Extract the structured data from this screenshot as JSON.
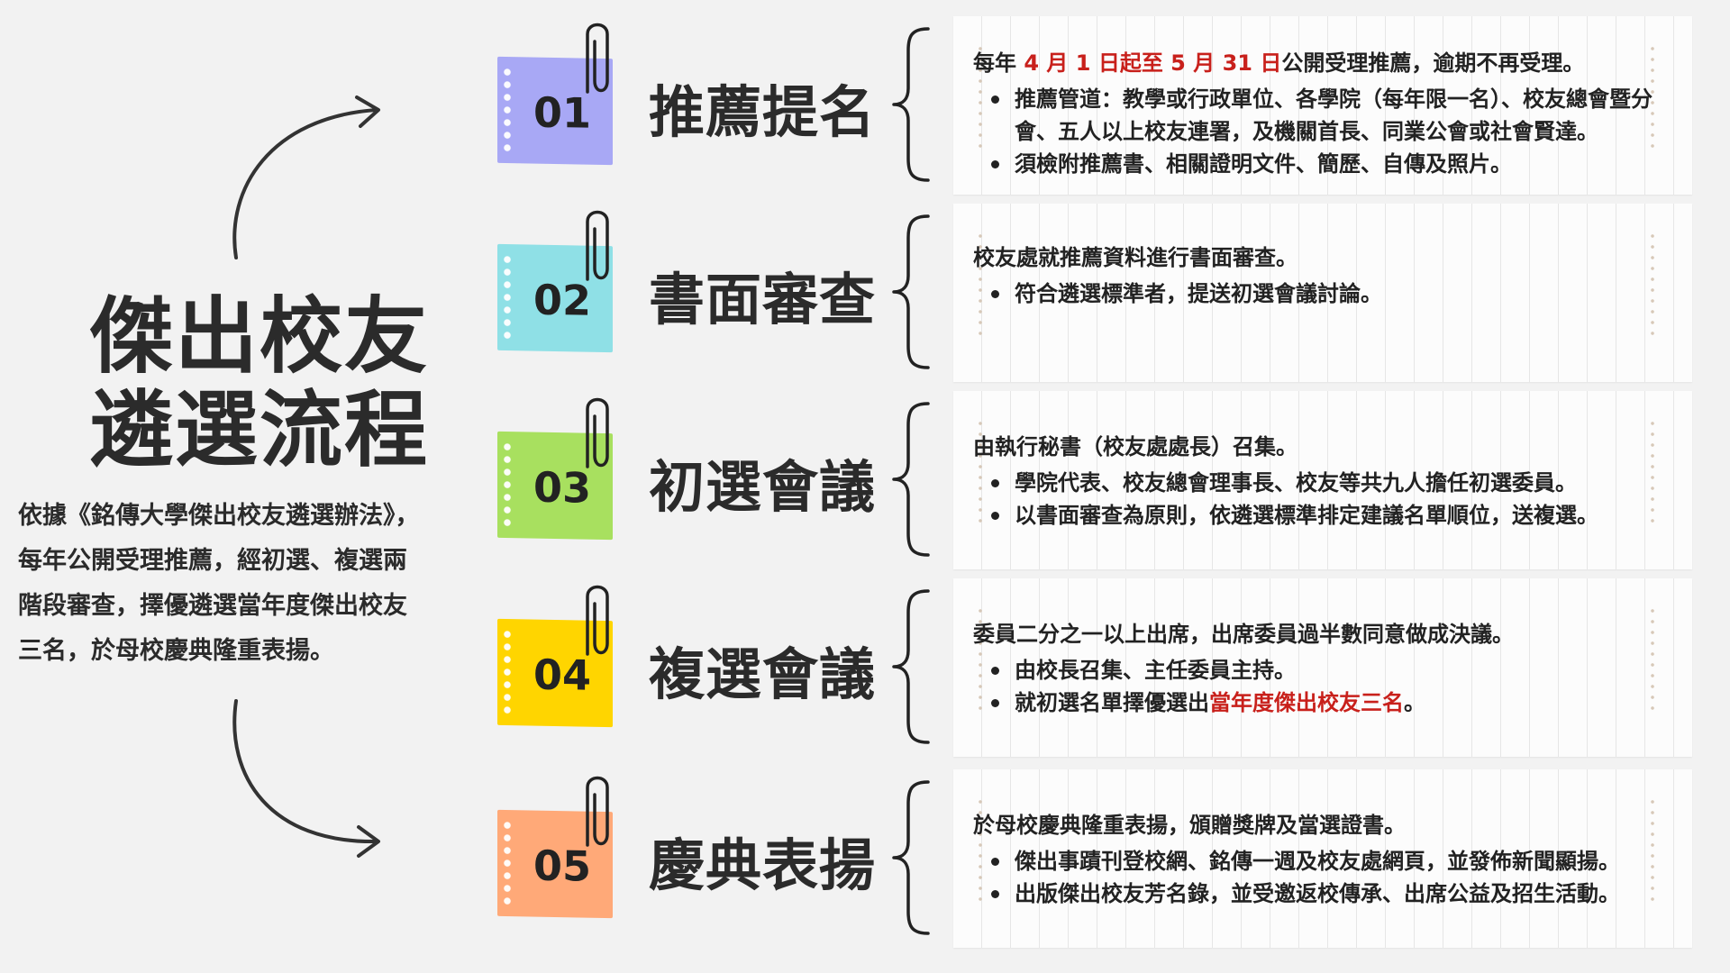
{
  "title": {
    "line1": "傑出校友",
    "line2": "遴選流程"
  },
  "intro": {
    "line1": "依據《銘傳大學傑出校友遴選辦法》，",
    "line2": "每年公開受理推薦，經初選、複選兩",
    "line3": "階段審查，擇優遴選當年度傑出校友",
    "line4": "三名，於母校慶典隆重表揚。"
  },
  "colors": {
    "step1": "#a8a8f5",
    "step2": "#8fe0e6",
    "step3": "#a8e05f",
    "step4": "#ffd500",
    "step5": "#ffa978",
    "highlight": "#c8201b"
  },
  "steps": [
    {
      "num": "01",
      "title": "推薦提名",
      "lead_a": "每年 ",
      "lead_b": "4 月 1 日起至 5 月 31 日",
      "lead_c": "公開受理推薦，逾期不再受理。",
      "bullets": [
        "推薦管道：教學或行政單位、各學院（每年限一名）、校友總會暨分會、五人以上校友連署，及機關首長、同業公會或社會賢達。",
        "須檢附推薦書、相關證明文件、簡歷、自傳及照片。"
      ]
    },
    {
      "num": "02",
      "title": "書面審查",
      "lead": "校友處就推薦資料進行書面審查。",
      "bullets": [
        "符合遴選標準者，提送初選會議討論。"
      ]
    },
    {
      "num": "03",
      "title": "初選會議",
      "lead": "由執行秘書（校友處處長）召集。",
      "bullets": [
        "學院代表、校友總會理事長、校友等共九人擔任初選委員。",
        "以書面審查為原則，依遴選標準排定建議名單順位，送複選。"
      ]
    },
    {
      "num": "04",
      "title": "複選會議",
      "lead": "委員二分之一以上出席，出席委員過半數同意做成決議。",
      "bullets": [
        "由校長召集、主任委員主持。"
      ],
      "bullet2_a": "就初選名單擇優選出",
      "bullet2_b": "當年度傑出校友三名",
      "bullet2_c": "。"
    },
    {
      "num": "05",
      "title": "慶典表揚",
      "lead": "於母校慶典隆重表揚，頒贈獎牌及當選證書。",
      "bullets": [
        "傑出事蹟刊登校網、銘傳一週及校友處網頁，並發佈新聞顯揚。",
        "出版傑出校友芳名錄，並受邀返校傳承、出席公益及招生活動。"
      ]
    }
  ]
}
